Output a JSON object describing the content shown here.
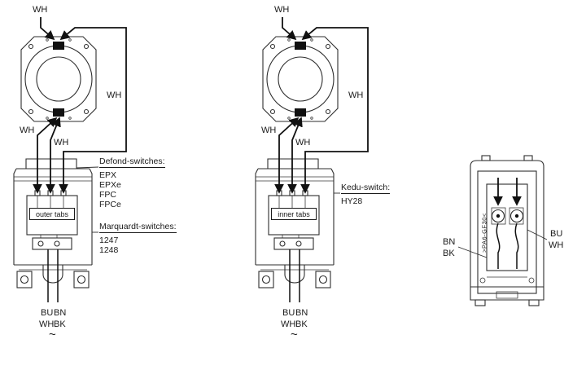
{
  "colors": {
    "ink": "#1a1a1a",
    "paper": "#ffffff"
  },
  "assemblies": {
    "left": {
      "field_labels": {
        "top": "WH",
        "right": "WH",
        "bottom_left": "WH",
        "bottom_mid": "WH"
      },
      "annotations": {
        "defond": {
          "title": "Defond-switches:",
          "items": [
            "EPX",
            "EPXe",
            "FPC",
            "FPCe"
          ]
        },
        "marquardt": {
          "title": "Marquardt-switches:",
          "items": [
            "1247",
            "1248"
          ]
        }
      },
      "tabs_label": "outer tabs",
      "cord": {
        "row1": [
          "BU",
          "BN"
        ],
        "row2": [
          "WH",
          "BK"
        ],
        "ac": "~"
      }
    },
    "middle": {
      "field_labels": {
        "top": "WH",
        "right": "WH",
        "bottom_left": "WH",
        "bottom_mid": "WH"
      },
      "annotations": {
        "kedu": {
          "title": "Kedu-switch:",
          "items": [
            "HY28"
          ]
        }
      },
      "tabs_label": "inner tabs",
      "cord": {
        "row1": [
          "BU",
          "BN"
        ],
        "row2": [
          "WH",
          "BK"
        ],
        "ac": "~"
      }
    },
    "right": {
      "left_wire_labels": [
        "BN",
        "BK"
      ],
      "right_wire_labels": [
        "BU",
        "WH"
      ],
      "material_marking": "&gt;PA6-GF30&lt;"
    }
  }
}
